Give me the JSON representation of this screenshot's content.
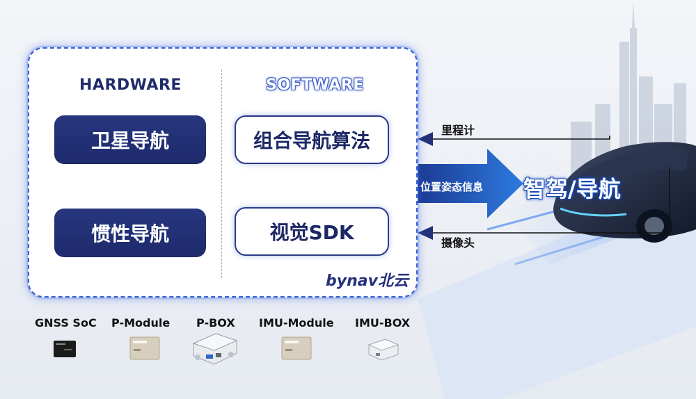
{
  "panel": {
    "hardware_header": "HARDWARE",
    "software_header": "SOFTWARE",
    "hardware_items": [
      "卫星导航",
      "惯性导航"
    ],
    "software_items": [
      "组合导航算法",
      "视觉SDK"
    ],
    "brand": "bynav北云"
  },
  "flow": {
    "odometer": "里程计",
    "pose_info": "位置姿态信息",
    "camera": "摄像头",
    "target": "智驾/导航"
  },
  "products": [
    "GNSS SoC",
    "P-Module",
    "P-BOX",
    "IMU-Module",
    "IMU-BOX"
  ],
  "colors": {
    "navy": "#1f2c6b",
    "accent_blue": "#3a62d6",
    "arrow_blue": "#1d4fb0"
  }
}
